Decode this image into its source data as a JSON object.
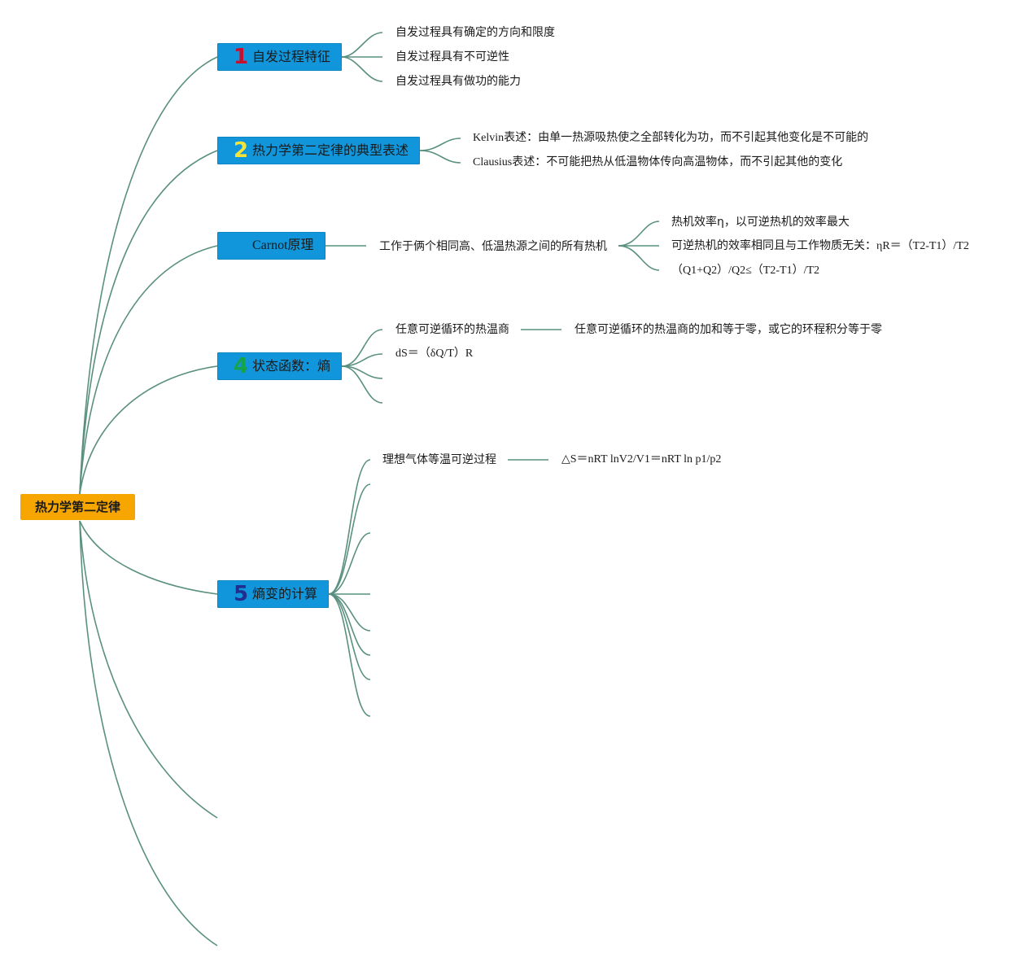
{
  "root": {
    "label": "热力学第二定律"
  },
  "topics": [
    {
      "number": "1",
      "number_color": "#c8102e",
      "label": "自发过程特征",
      "children": [
        "自发过程具有确定的方向和限度",
        "自发过程具有不可逆性",
        "自发过程具有做功的能力"
      ]
    },
    {
      "number": "2",
      "number_color": "#f5e43a",
      "label": "热力学第二定律的典型表述",
      "children": [
        "Kelvin表述：由单一热源吸热使之全部转化为功，而不引起其他变化是不可能的",
        "Clausius表述：不可能把热从低温物体传向高温物体，而不引起其他的变化"
      ]
    },
    {
      "number": "",
      "label": "Carnot原理",
      "child": "工作于俩个相同高、低温热源之间的所有热机",
      "grandchildren": [
        "热机效率η，以可逆热机的效率最大",
        "可逆热机的效率相同且与工作物质无关：ηR＝（T2-T1）/T2",
        "（Q1+Q2）/Q2≤（T2-T1）/T2"
      ]
    },
    {
      "number": "4",
      "number_color": "#16a34a",
      "label": "状态函数：熵",
      "children": [
        "任意可逆循环的热温商",
        "dS＝（δQ/T）R"
      ],
      "grandchild": "任意可逆循环的热温商的加和等于零，或它的环程积分等于零"
    },
    {
      "number": "5",
      "number_color": "#1e2f8f",
      "label": "熵变的计算",
      "children": [
        "理想气体等温可逆过程"
      ],
      "grandchild": "△S＝nRT lnV2/V1＝nRT ln p1/p2"
    }
  ],
  "colors": {
    "root_fill": "#f7a600",
    "topic_fill": "#1296db",
    "edge": "#5a9080"
  }
}
